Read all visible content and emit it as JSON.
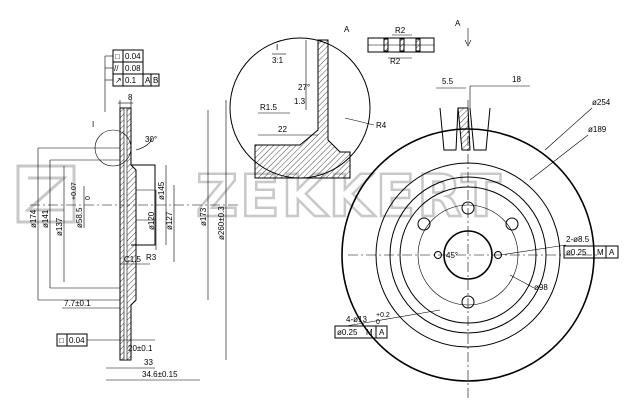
{
  "watermark": "ZEKKERT",
  "tolerance_frame": {
    "flatness_symbol": "□",
    "flatness_value": "0.04",
    "parallel_symbol": "//",
    "parallel_value": "0.08",
    "runout_symbol": "↗",
    "runout_value": "0.1",
    "runout_ref1": "A",
    "runout_ref2": "B",
    "bottom_flatness_value": "0.04"
  },
  "section": {
    "view_label": "I",
    "dims": {
      "thickness_top": "8",
      "angle": "30°",
      "d174": "ø174",
      "d141": "ø141",
      "d137": "ø137",
      "d585": "ø58.5",
      "d585_tol_top": "+0.07",
      "d585_tol_bot": "0",
      "d145": "ø145",
      "d120": "ø120",
      "d127": "ø127",
      "d173": "ø173",
      "d260": "ø260±0.3",
      "chamfer": "C1.5",
      "radius": "R3",
      "offset": "7.7±0.1",
      "d20": "20±0.1",
      "d33": "33",
      "d346": "34.6±0.15"
    }
  },
  "detail": {
    "label": "I",
    "scale": "3:1",
    "angle": "27°",
    "d13": "1.3",
    "r15": "R1.5",
    "r4": "R4",
    "d22": "22"
  },
  "arrow_view": {
    "label_a_left": "A",
    "label_a_right": "A",
    "r2_top": "R2",
    "r2_bot": "R2"
  },
  "front": {
    "d55": "5.5",
    "d18": "18",
    "d254": "ø254",
    "d189": "ø189",
    "holes2": "2-ø8.5",
    "holes2_pos": "ø0.25",
    "holes2_ref": "M",
    "holes2_datum": "A",
    "angle45": "45°",
    "d98": "ø98",
    "holes4": "4-ø13",
    "holes4_tol_top": "+0.2",
    "holes4_tol_bot": "0",
    "holes4_pos": "ø0.25",
    "holes4_ref": "M",
    "holes4_datum": "A"
  }
}
